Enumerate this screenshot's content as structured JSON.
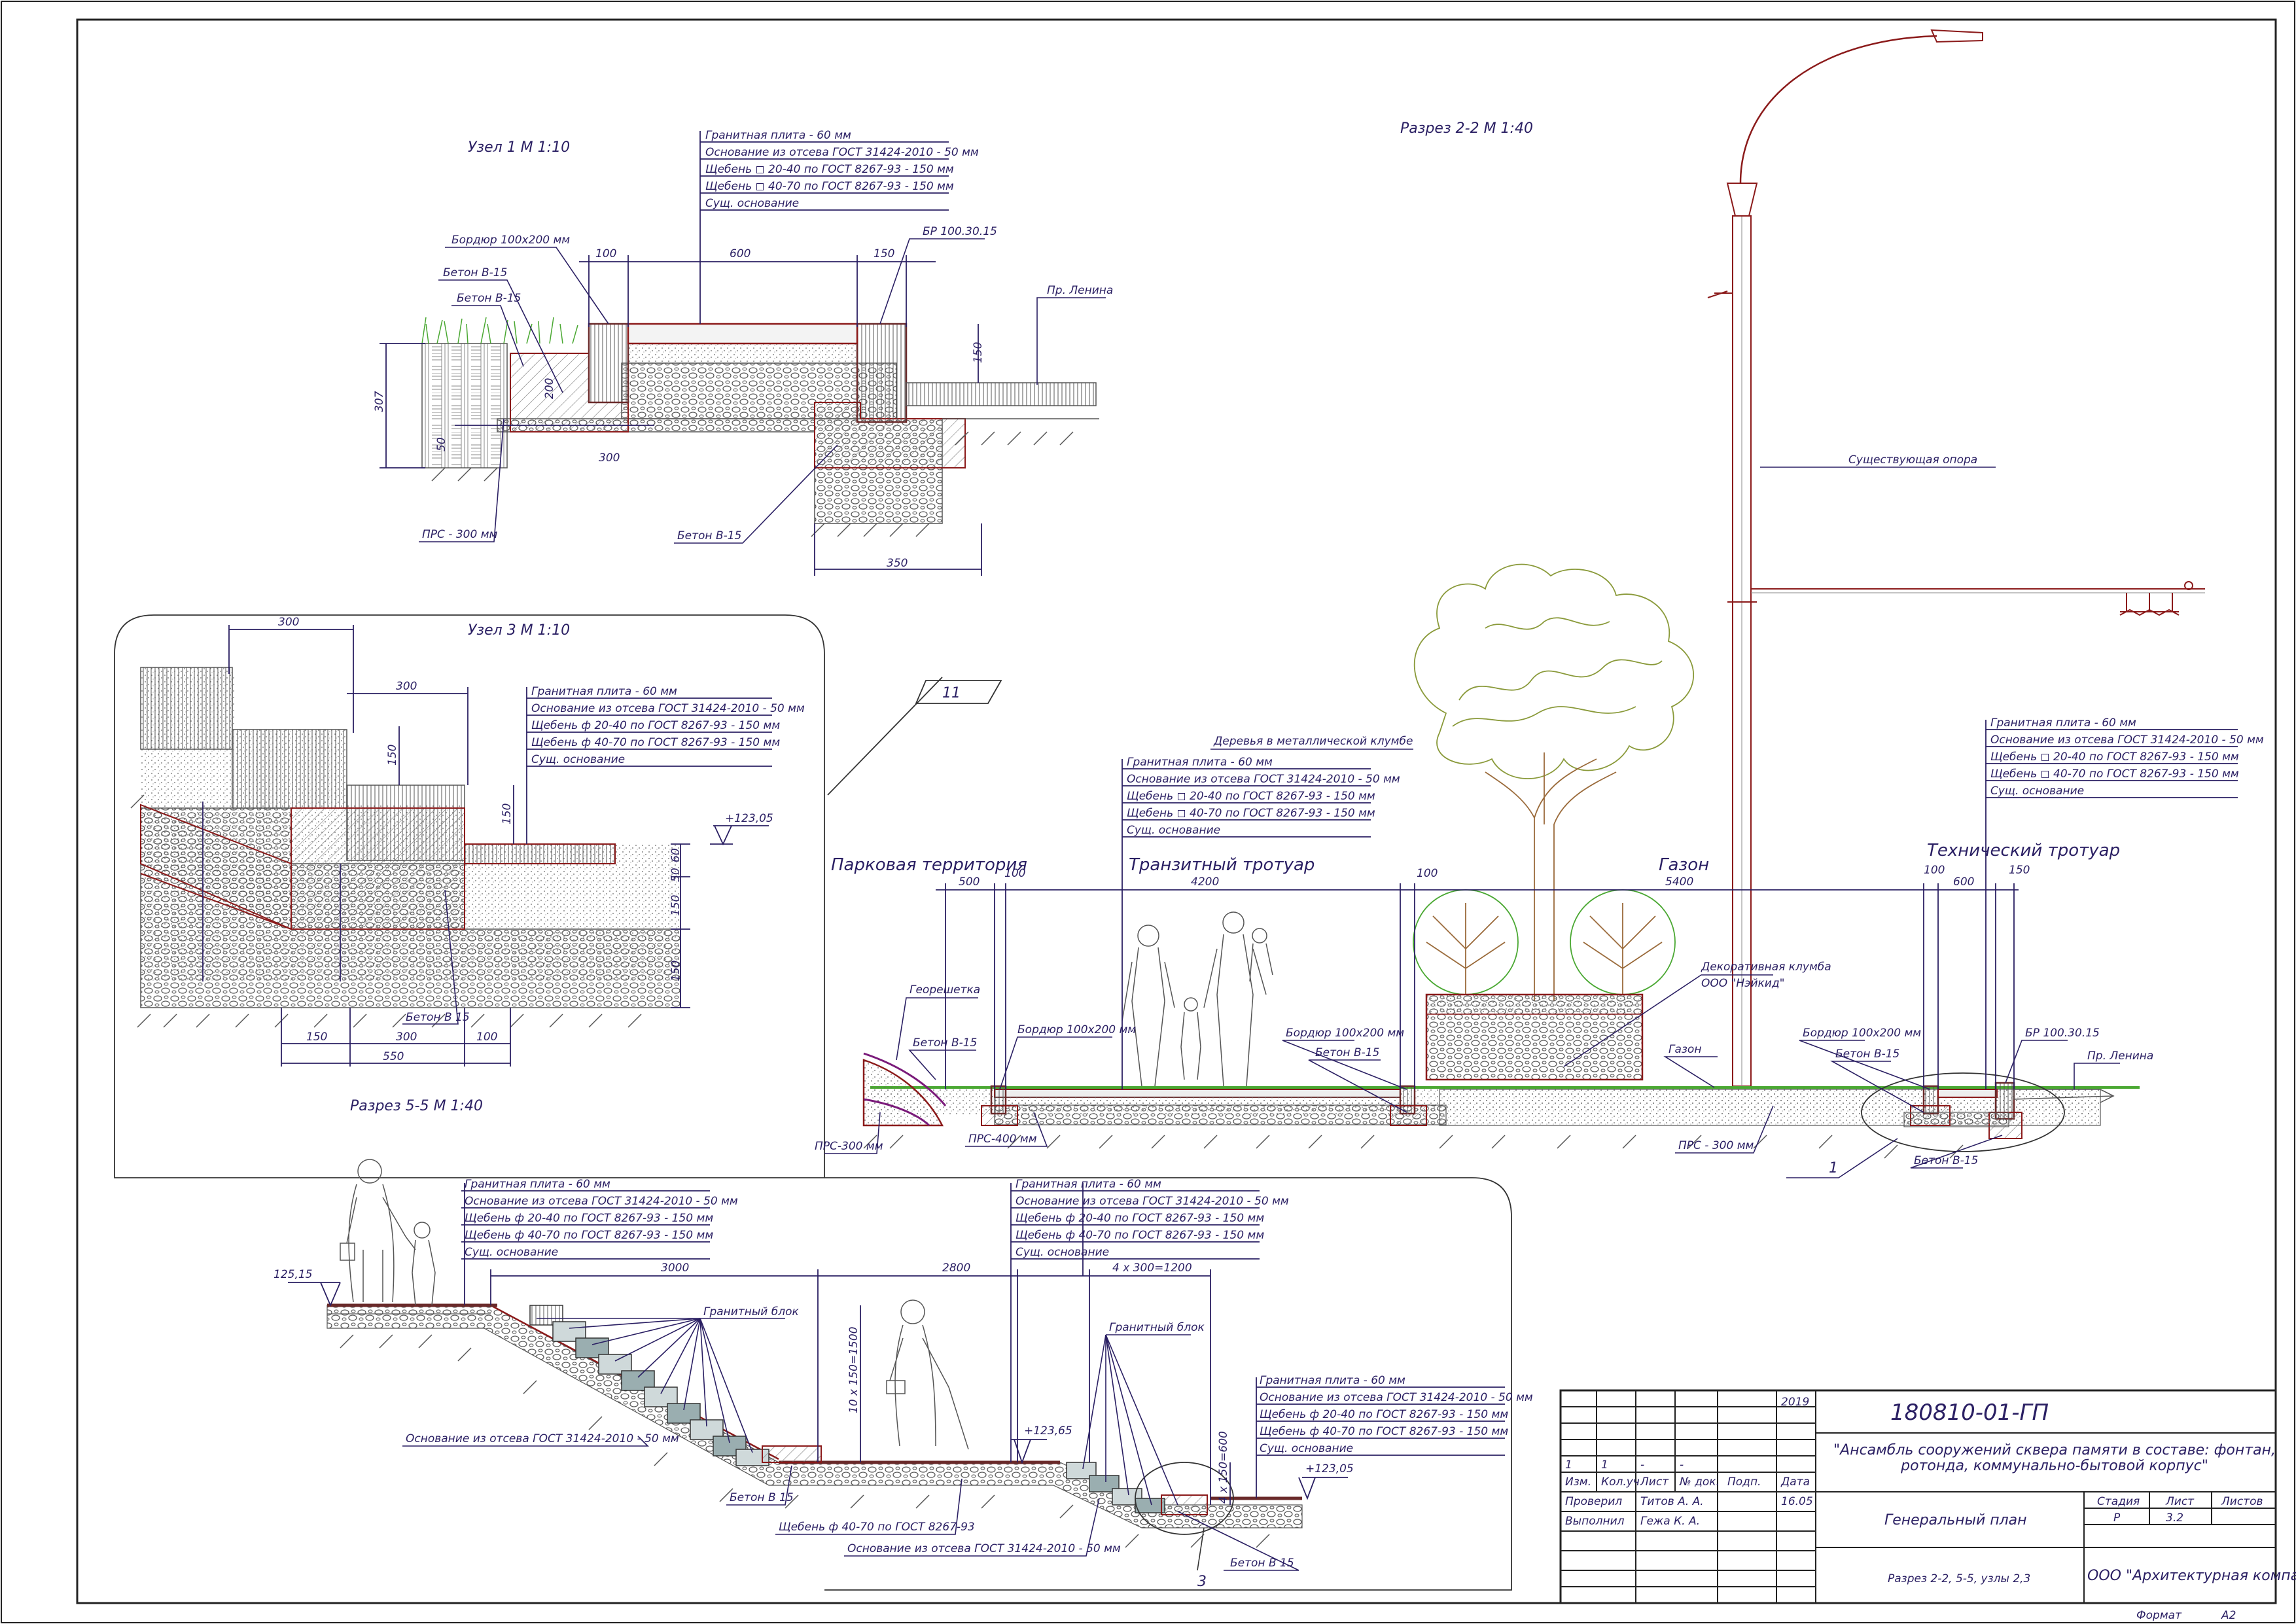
{
  "uzel1": {
    "title": "Узел 1  М 1:10",
    "layers": [
      "Гранитная плита - 60 мм",
      "Основание из отсева ГОСТ 31424-2010 - 50 мм",
      "Щебень  ◻  20-40 по ГОСТ 8267-93 - 150 мм",
      "Щебень  ◻  40-70 по ГОСТ 8267-93 - 150 мм",
      "Сущ. основание"
    ],
    "labels": {
      "border": "Бордюр 100х200 мм",
      "beton1": "Бетон В-15",
      "beton2": "Бетон В-15",
      "beton3": "Бетон В-15",
      "br": "БР 100.30.15",
      "lenina": "Пр. Ленина",
      "prs": "ПРС - 300 мм"
    },
    "dims": {
      "d100": "100",
      "d600": "600",
      "d150": "150",
      "d150v": "150",
      "d307": "307",
      "d350": "350",
      "d300": "300",
      "d200": "200",
      "d50": "50"
    }
  },
  "uzel3": {
    "title": "Узел 3  М 1:10",
    "layers": [
      "Гранитная плита - 60 мм",
      "Основание из отсева ГОСТ 31424-2010 - 50 мм",
      "Щебень ф 20-40 по ГОСТ 8267-93 - 150 мм",
      "Щебень ф 40-70 по ГОСТ 8267-93 - 150 мм",
      "Сущ. основание"
    ],
    "mark": "+123,05",
    "beton": "Бетон В 15",
    "dims": {
      "top300a": "300",
      "top300b": "300",
      "v150a": "150",
      "v150b": "150",
      "b150": "150",
      "b300": "300",
      "b100": "100",
      "b550": "550",
      "r60": "60",
      "r50": "50",
      "r150a": "150",
      "r150b": "150"
    }
  },
  "razrez22": {
    "title": "Разрез 2-2  М 1:40",
    "callout": "11",
    "tree_label": "Деревья в металлической клумбе",
    "lamp_label": "Существующая опора",
    "klumba_label1": "Декоративная клумба",
    "klumba_label2": "ООО \"Нэйкид\"",
    "zones": [
      "Парковая территория",
      "Транзитный тротуар",
      "Газон",
      "Технический тротуар"
    ],
    "dims": [
      "500",
      "100",
      "4200",
      "100",
      "5400",
      "100",
      "600",
      "150"
    ],
    "layersA": [
      "Гранитная плита - 60 мм",
      "Основание из отсева ГОСТ 31424-2010 - 50 мм",
      "Щебень  ◻  20-40 по ГОСТ 8267-93 - 150 мм",
      "Щебень  ◻  40-70 по ГОСТ 8267-93 - 150 мм",
      "Сущ. основание"
    ],
    "layersB": [
      "Гранитная плита - 60 мм",
      "Основание из отсева ГОСТ 31424-2010 - 50 мм",
      "Щебень  ◻  20-40 по ГОСТ 8267-93 - 150 мм",
      "Щебень  ◻  40-70 по ГОСТ 8267-93 - 150 мм",
      "Сущ. основание"
    ],
    "labels": {
      "geo": "Георешетка",
      "betonL": "Бетон В-15",
      "borderL": "Бордюр 100х200 мм",
      "prs400": "ПРС-400 мм",
      "prs300a": "ПРС-300 мм",
      "borderM": "Бордюр 100х200 мм",
      "betonM": "Бетон В-15",
      "gazon": "Газон",
      "prs300b": "ПРС - 300 мм",
      "borderR": "Бордюр 100х200 мм",
      "betonR1": "Бетон В-15",
      "betonR2": "Бетон В-15",
      "brR": "БР 100.30.15",
      "leninaR": "Пр. Ленина",
      "node1": "1"
    }
  },
  "razrez55": {
    "title": "Разрез 5-5  М 1:40",
    "layersA": [
      "Гранитная плита - 60 мм",
      "Основание из отсева ГОСТ 31424-2010 - 50 мм",
      "Щебень ф 20-40 по ГОСТ 8267-93 - 150 мм",
      "Щебень ф 40-70 по ГОСТ 8267-93 - 150 мм",
      "Сущ. основание"
    ],
    "layersB": [
      "Гранитная плита - 60 мм",
      "Основание из отсева ГОСТ 31424-2010 - 50 мм",
      "Щебень ф 20-40 по ГОСТ 8267-93 - 150 мм",
      "Щебень ф 40-70 по ГОСТ 8267-93 - 150 мм",
      "Сущ. основание"
    ],
    "layersC": [
      "Гранитная плита - 60 мм",
      "Основание из отсева ГОСТ 31424-2010 - 50 мм",
      "Щебень ф 20-40 по ГОСТ 8267-93 - 150 мм",
      "Щебень ф 40-70 по ГОСТ 8267-93 - 150 мм",
      "Сущ. основание"
    ],
    "marks": {
      "m1": "125,15",
      "m2": "+123,65",
      "m3": "+123,05"
    },
    "dims": {
      "d3000": "3000",
      "d2800": "2800",
      "d4x300": "4 х 300=1200",
      "d10x150": "10 х 150=1500",
      "d4x150": "4 х 150=600"
    },
    "labels": {
      "granit1": "Гранитный блок",
      "granit2": "Гранитный блок",
      "osn1": "Основание из отсева ГОСТ 31424-2010 - 50 мм",
      "osn2": "Основание из отсева ГОСТ 31424-2010 - 50 мм",
      "shcheben": "Щебень ф 40-70 по ГОСТ 8267-93",
      "beton1": "Бетон В 15",
      "beton2": "Бетон В 15",
      "node3": "3"
    }
  },
  "stamp": {
    "code": "180810-01-ГП",
    "project": "\"Ансамбль сооружений сквера памяти в составе: фонтан, ротонда, коммунально-бытовой корпус\"",
    "sheet_title": "Генеральный план",
    "drawing": "Разрез 2-2, 5-5, узлы 2,3",
    "company": "ООО \"Архитектурная компания\"",
    "year": "2019",
    "row_vals": [
      "1",
      "1",
      "-",
      "-"
    ],
    "headers": [
      "Изм.",
      "Кол.уч",
      "Лист",
      "№ док.",
      "Подп.",
      "Дата"
    ],
    "prov_role": "Проверил",
    "prov_name": "Титов А. А.",
    "prov_date": "16.05",
    "vyp_role": "Выполнил",
    "vyp_name": "Гежа К. А.",
    "stage_h": "Стадия",
    "list_h": "Лист",
    "lists_h": "Листов",
    "stage": "Р",
    "list": "3.2",
    "format_label": "Формат",
    "format": "А2"
  },
  "colors": {
    "navy": "#2a1f63",
    "red": "#8b1a1a",
    "green": "#4aa832",
    "tree": "#8a9a3a",
    "trunk": "#9a6a3a",
    "kerb": "#6a2a2a"
  }
}
